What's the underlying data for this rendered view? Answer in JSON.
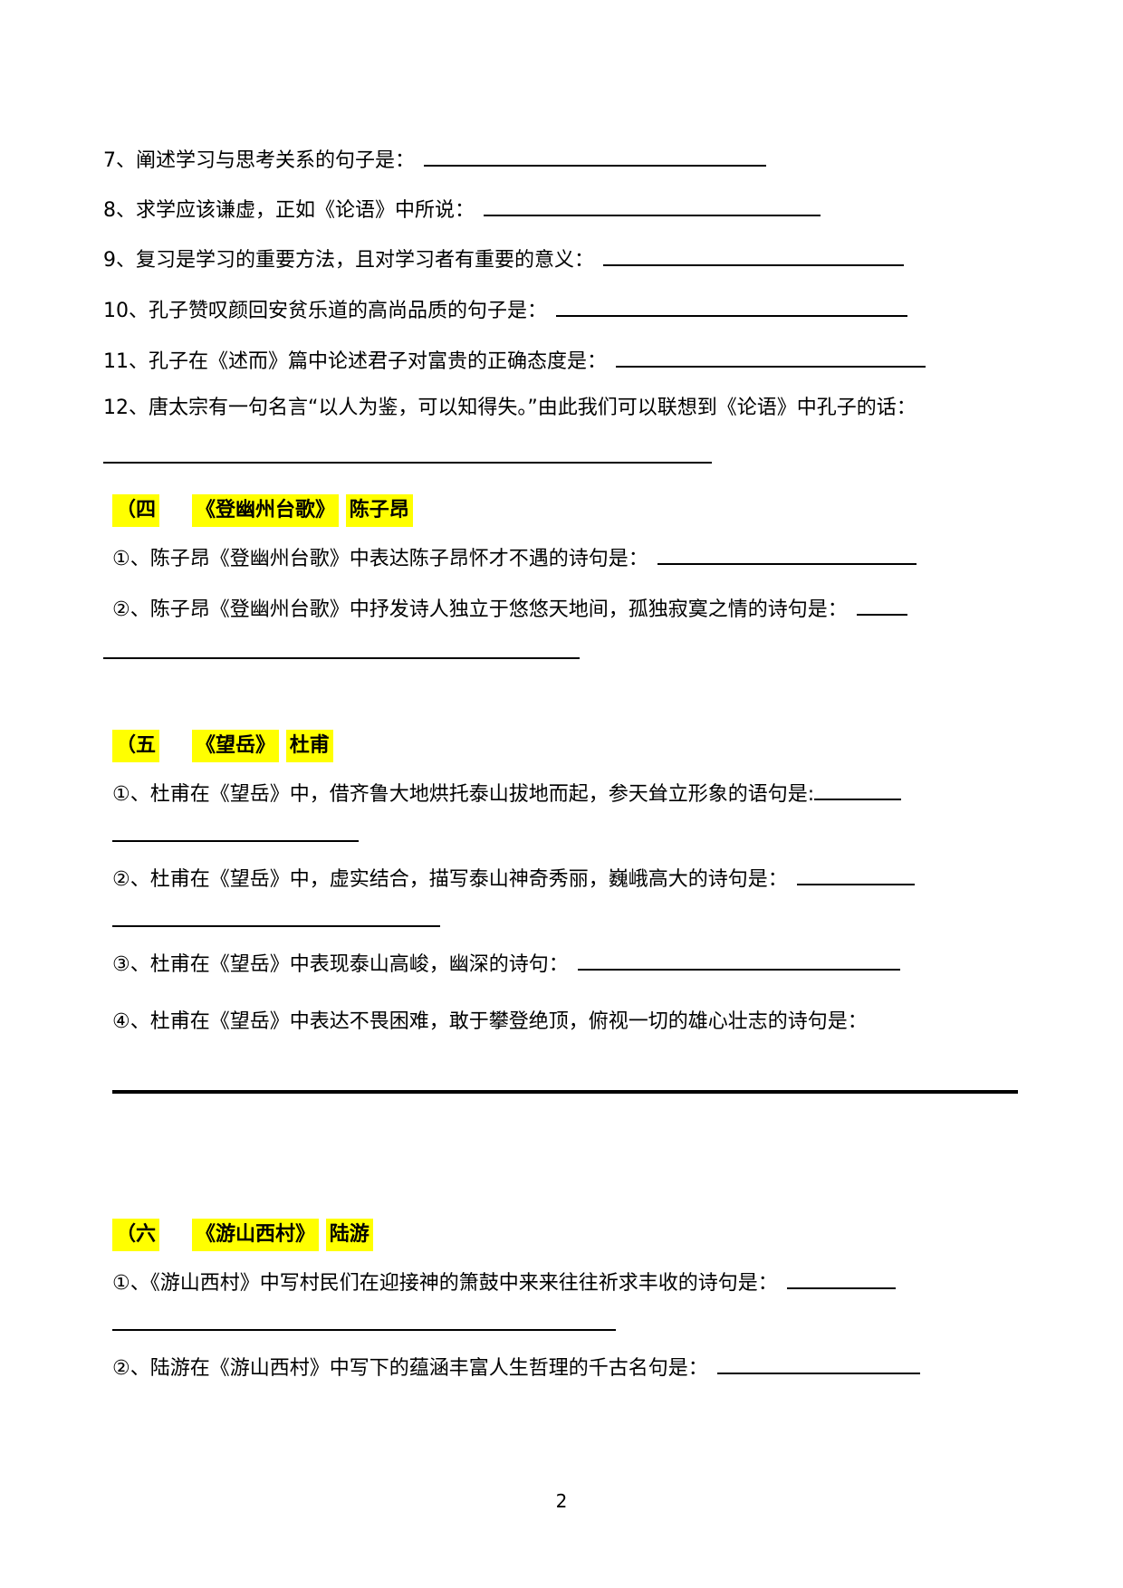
{
  "questions_part3": [
    {
      "text": "7、阐述学习与思考关系的句子是："
    },
    {
      "text": "8、求学应该谦虚，正如《论语》中所说："
    },
    {
      "text": "9、复习是学习的重要方法，且对学习者有重要的意义："
    },
    {
      "text": "10、孔子赞叹颜回安贫乐道的高尚品质的句子是："
    },
    {
      "text": "11、孔子在《述而》篇中论述君子对富贵的正确态度是："
    },
    {
      "text": "12、唐太宗有一句名言“以人为鉴，可以知得失。”由此我们可以联想到《论语》中孔子的话："
    }
  ],
  "section4": {
    "number": "（四",
    "title": "《登幽州台歌》",
    "author": "陈子昂",
    "questions": [
      {
        "text": "①、陈子昂《登幽州台歌》中表达陈子昂怀才不遇的诗句是："
      },
      {
        "text": "②、陈子昂《登幽州台歌》中抒发诗人独立于悠悠天地间，孤独寂寞之情的诗句是："
      }
    ]
  },
  "section5": {
    "number": "（五",
    "title": "《望岳》",
    "author": "杜甫",
    "questions": [
      {
        "text": "①、杜甫在《望岳》中，借齐鲁大地烘托泰山拔地而起，参天耸立形象的语句是:"
      },
      {
        "text": "②、杜甫在《望岳》中，虚实结合，描写泰山神奇秀丽，巍峨高大的诗句是："
      },
      {
        "text": "③、杜甫在《望岳》中表现泰山高峻，幽深的诗句："
      },
      {
        "text": "④、杜甫在《望岳》中表达不畏困难，敢于攀登绝顶，俯视一切的雄心壮志的诗句是："
      }
    ]
  },
  "section6": {
    "number": "（六",
    "title": "《游山西村》",
    "author": "陆游",
    "questions": [
      {
        "text": "①、《游山西村》中写村民们在迎接神的箫鼓中来来往往祈求丰收的诗句是："
      },
      {
        "text": "②、陆游在《游山西村》中写下的蕴涵丰富人生哲理的千古名句是："
      }
    ]
  },
  "footer": {
    "page_number": "2"
  },
  "colors": {
    "highlight": "#ffff00",
    "text": "#000000"
  }
}
